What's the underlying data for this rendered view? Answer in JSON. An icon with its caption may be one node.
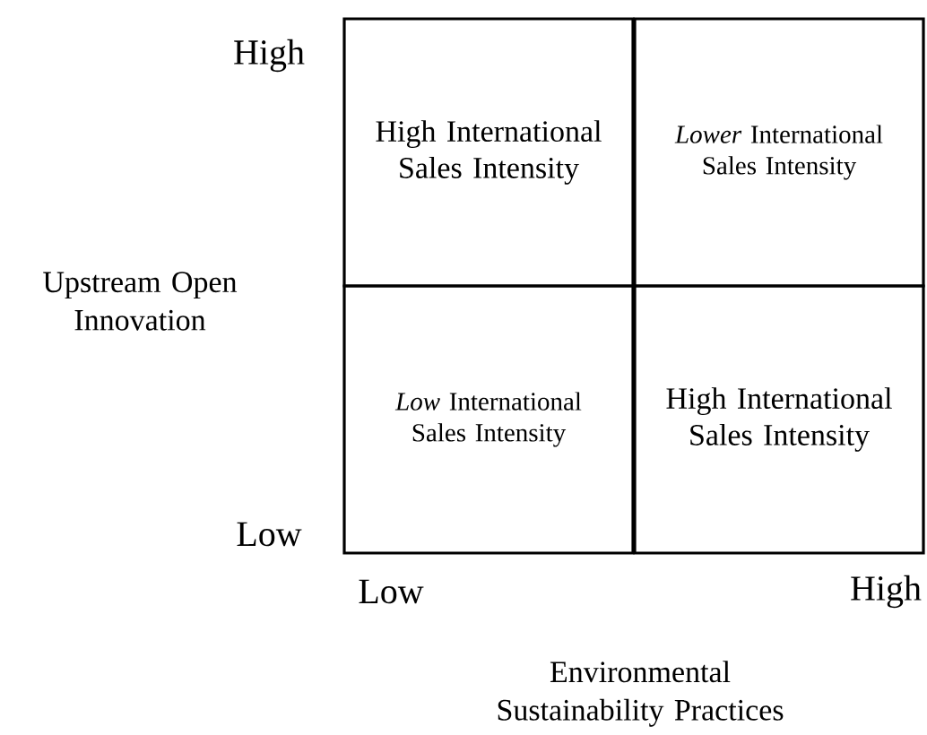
{
  "diagram": {
    "nodes": [
      {
        "text": [
          "High International Sales Intensity"
        ]
      },
      {
        "text": [
          "*Lower* International Sales Intensity"
        ]
      },
      {
        "text": [
          "*Low* International Sales Intensity"
        ]
      },
      {
        "text": [
          "High International Sales Intensity"
        ]
      }
    ],
    "labels": [
      "High",
      "Upstream Open Innovation",
      "Low",
      "Low",
      "High",
      "Environmental Sustainability Practices"
    ]
  }
}
